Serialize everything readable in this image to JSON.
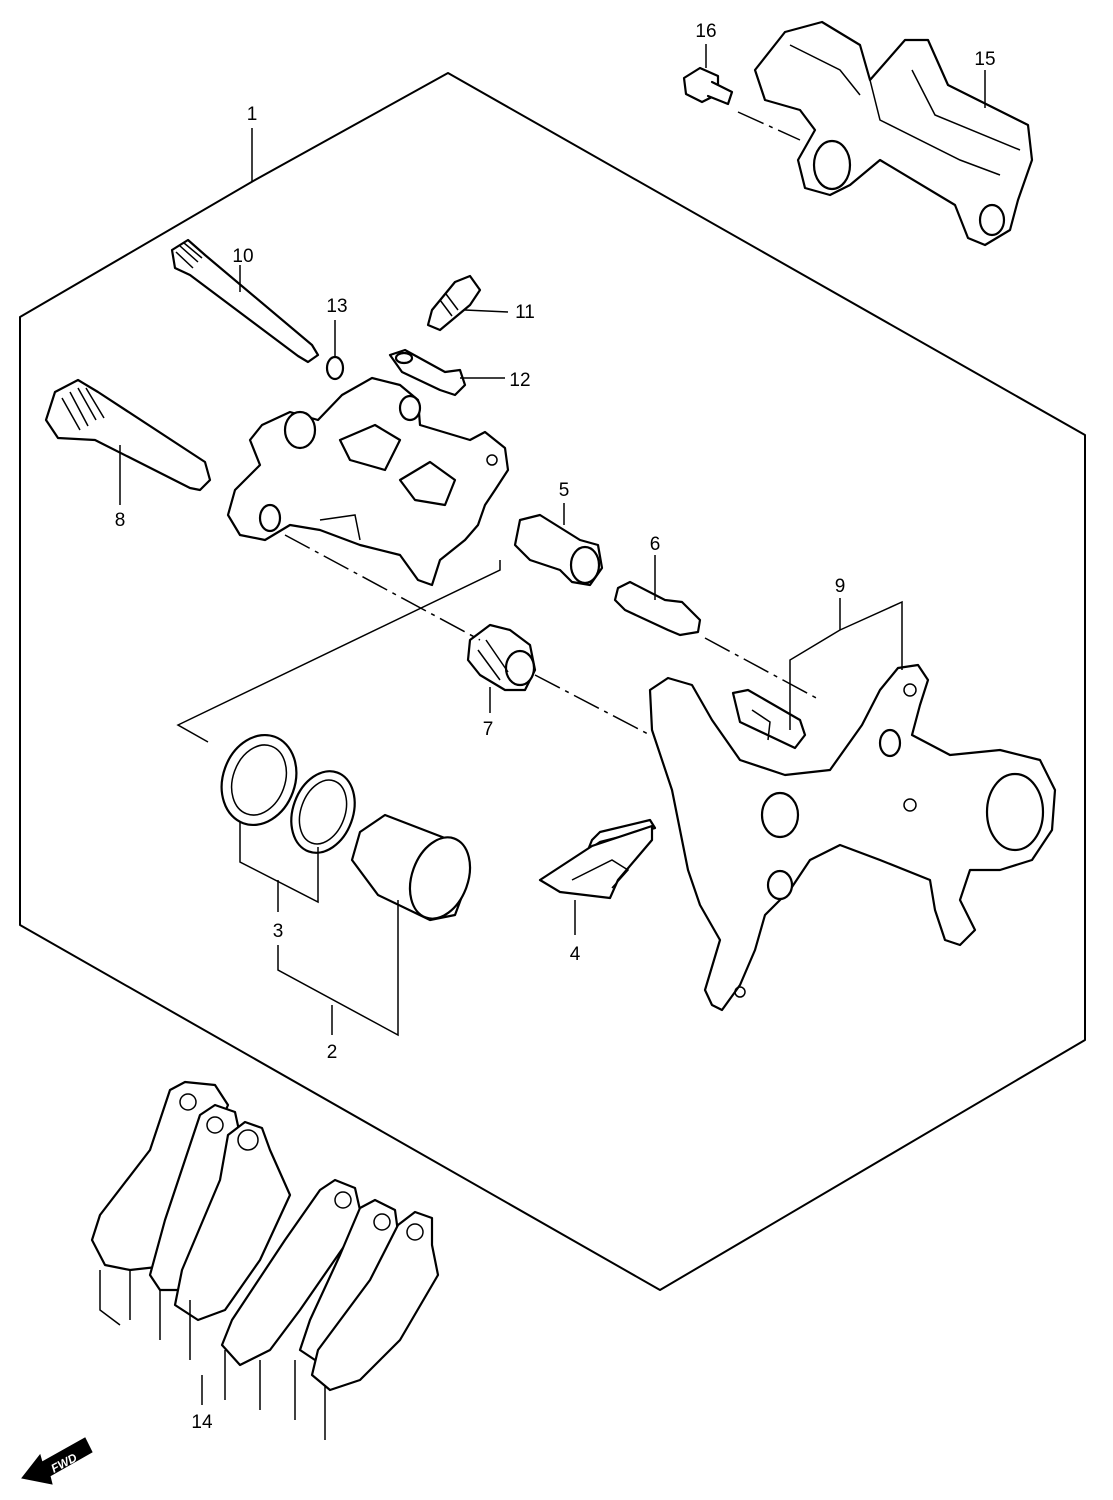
{
  "labels": {
    "p1": "1",
    "p2": "2",
    "p3": "3",
    "p4": "4",
    "p5": "5",
    "p6": "6",
    "p7": "7",
    "p8": "8",
    "p9": "9",
    "p10": "10",
    "p11": "11",
    "p12": "12",
    "p13": "13",
    "p14": "14",
    "p15": "15",
    "p16": "16"
  },
  "fwd": "FWD"
}
